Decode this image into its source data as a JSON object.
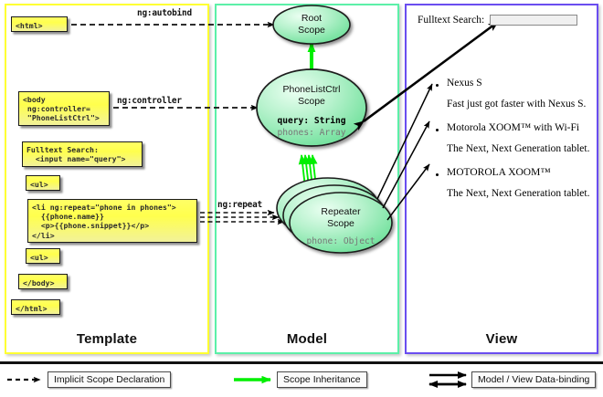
{
  "columns": [
    {
      "key": "template",
      "label": "Template",
      "border": "#ffff33"
    },
    {
      "key": "model",
      "label": "Model",
      "border": "#5cf0a8"
    },
    {
      "key": "view",
      "label": "View",
      "border": "#6a4df0"
    }
  ],
  "template": {
    "boxes": [
      {
        "name": "html-open-box",
        "text": "<html>"
      },
      {
        "name": "body-controller-box",
        "text": "<body\n ng:controller=\n \"PhoneListCtrl\">"
      },
      {
        "name": "fulltext-search-box",
        "text": "Fulltext Search:\n  <input name=\"query\">"
      },
      {
        "name": "ul-open-box",
        "text": "<ul>"
      },
      {
        "name": "li-repeat-box",
        "text": "<li ng:repeat=\"phone in phones\">\n  {{phone.name}}\n  <p>{{phone.snippet}}</p>\n</li>"
      },
      {
        "name": "ul-close-box",
        "text": "<ul>"
      },
      {
        "name": "body-close-box",
        "text": "</body>"
      },
      {
        "name": "html-close-box",
        "text": "</html>"
      }
    ]
  },
  "connectors": {
    "autobind_label": "ng:autobind",
    "controller_label": "ng:controller",
    "repeat_label": "ng:repeat"
  },
  "model": {
    "root_scope": {
      "line1": "Root",
      "line2": "Scope"
    },
    "phonelist_scope": {
      "line1": "PhoneListCtrl",
      "line2": "Scope",
      "prop1": "query: String",
      "prop2": "phones: Array"
    },
    "repeater_scope": {
      "line1": "Repeater",
      "line2": "Scope",
      "prop1": "phone: Object"
    }
  },
  "view": {
    "search_label": "Fulltext Search:",
    "search_value": "",
    "search_placeholder": "",
    "items": [
      {
        "title": "Nexus S",
        "snippet": "Fast just got faster with Nexus S."
      },
      {
        "title": "Motorola XOOM™  with Wi-Fi",
        "snippet": "The Next, Next Generation tablet."
      },
      {
        "title": "MOTOROLA XOOM™",
        "snippet": "The Next, Next Generation tablet."
      }
    ]
  },
  "legend": {
    "items": [
      {
        "name": "legend-implicit-scope-declaration",
        "label": "Implicit Scope Declaration",
        "style": "dashed-black"
      },
      {
        "name": "legend-scope-inheritance",
        "label": "Scope Inheritance",
        "style": "solid-green"
      },
      {
        "name": "legend-data-binding",
        "label": "Model / View Data-binding",
        "style": "double-black"
      }
    ]
  },
  "colors": {
    "template_border": "#ffff33",
    "model_border": "#5cf0a8",
    "view_border": "#6a4df0",
    "scope_fill_light": "#e8fbee",
    "scope_fill_dark": "#6fe39a",
    "inheritance_arrow": "#00ef00",
    "code_box_fill": "#ffff4d"
  }
}
